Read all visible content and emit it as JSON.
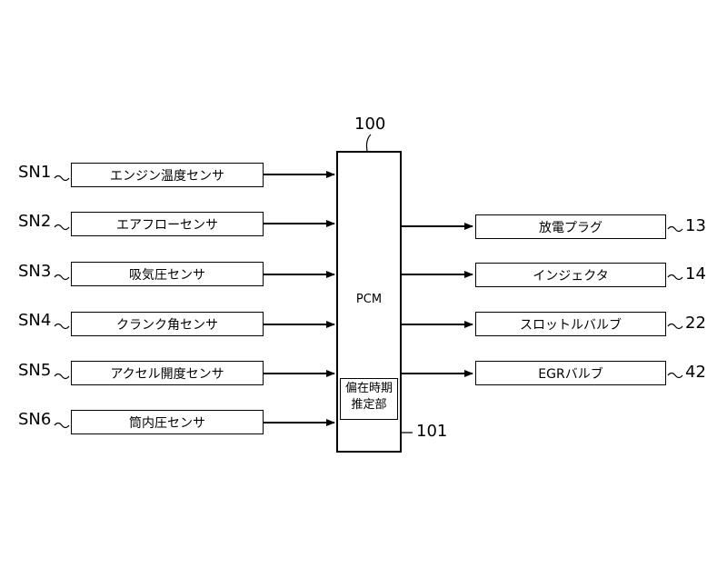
{
  "controller": {
    "ref": "100",
    "label": "PCM"
  },
  "sub_unit": {
    "ref": "101",
    "line1": "偏在時期",
    "line2": "推定部"
  },
  "sensors": [
    {
      "id": "SN1",
      "label": "エンジン温度センサ"
    },
    {
      "id": "SN2",
      "label": "エアフローセンサ"
    },
    {
      "id": "SN3",
      "label": "吸気圧センサ"
    },
    {
      "id": "SN4",
      "label": "クランク角センサ"
    },
    {
      "id": "SN5",
      "label": "アクセル開度センサ"
    },
    {
      "id": "SN6",
      "label": "筒内圧センサ"
    }
  ],
  "actuators": [
    {
      "id": "13",
      "label": "放電プラグ"
    },
    {
      "id": "14",
      "label": "インジェクタ"
    },
    {
      "id": "22",
      "label": "スロットルバルブ"
    },
    {
      "id": "42",
      "label": "EGRバルブ"
    }
  ]
}
